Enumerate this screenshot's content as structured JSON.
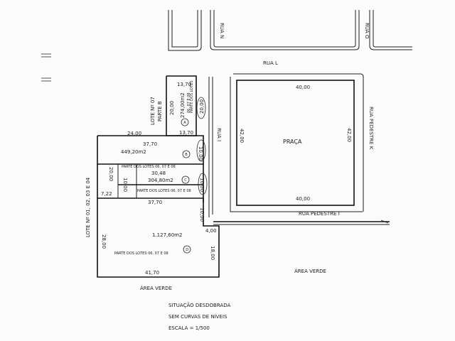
{
  "streets": {
    "rua_n": "RUA N",
    "rua_o": "RUA O",
    "rua_l": "RUA L",
    "rua_i": "RUA I",
    "rua_pedestre_k": "RUA PEDESTRE K",
    "rua_pedestre_i": "RUA PEDESTRE I"
  },
  "praca": {
    "label": "PRAÇA",
    "top": "40,00",
    "bottom": "40,00",
    "left": "42,00",
    "right": "42,00"
  },
  "lote_07": {
    "title": "LOTE Nº 07",
    "part": "PARTE B",
    "area": "274,00m2",
    "parte_dos_lotes": "PARTE DOS LOTES",
    "parte_numbers": "06, 07 E 08",
    "dim_top": "13,70",
    "dim_side": "20,00",
    "dim_side_right": "20,00",
    "dim_bottom": "13,70",
    "marker": "A"
  },
  "lot_b": {
    "area": "449,20m2",
    "dim_top": "37,70",
    "dim_left_top": "24,00",
    "dim_right": "10,00",
    "note": "PARTE DOS LOTES 06, 07 E 08",
    "marker": "B"
  },
  "lot_c": {
    "dim_top": "30,48",
    "area": "304,80m2",
    "dim_right": "10,00",
    "dim_left": "10,00",
    "note": "PARTE DOS LOTES 06, 07 E 08",
    "marker": "C"
  },
  "small_lot": {
    "dim_side": "20,00",
    "dim_bottom": "7,22"
  },
  "lot_d": {
    "dim_top": "37,70",
    "dim_right_top": "10,00",
    "dim_step": "4,00",
    "area": "1.127,60m2",
    "dim_left": "28,00",
    "dim_right": "18,00",
    "dim_bottom": "41,70",
    "note": "PARTE DOS LOTES 06, 07 E 08",
    "marker": "D"
  },
  "lote_01": {
    "title": "LOTE Nº 01, 02, 03 E 04"
  },
  "area_verde_left": "ÁREA VERDE",
  "area_verde_right": "ÁREA VERDE",
  "legend": {
    "line1": "SITUAÇÃO DESDOBRADA",
    "line2": "SEM CURVAS DE NÍVEIS",
    "line3": "ESCALA = 1/500"
  },
  "colors": {
    "ink": "#1c1c1c",
    "paper": "#fbfbf9"
  }
}
